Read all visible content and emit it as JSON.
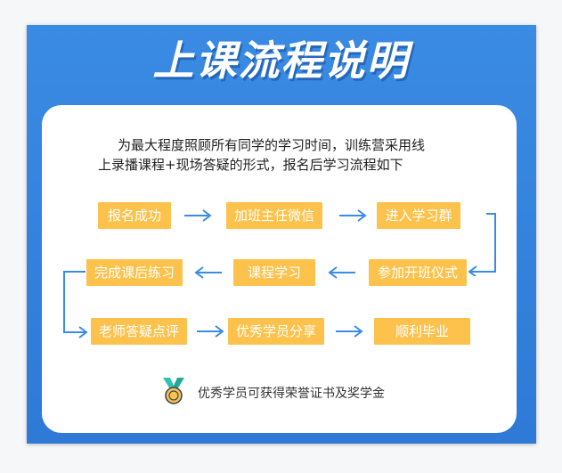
{
  "title": "上课流程说明",
  "intro": {
    "line1": "为最大程度照顾所有同学的学习时间，训练营采用线",
    "line2": "上录播课程+现场答疑的形式，报名后学习流程如下"
  },
  "steps": [
    "报名成功",
    "加班主任微信",
    "进入学习群",
    "参加开班仪式",
    "课程学习",
    "完成课后练习",
    "老师答疑点评",
    "优秀学员分享",
    "顺利毕业"
  ],
  "footer": {
    "text": "优秀学员可获得荣誉证书及奖学金",
    "icon": "medal-icon"
  },
  "colors": {
    "background_blue": "#3a8be4",
    "step_fill": "#fcc24c",
    "arrow": "#3a8be4"
  }
}
